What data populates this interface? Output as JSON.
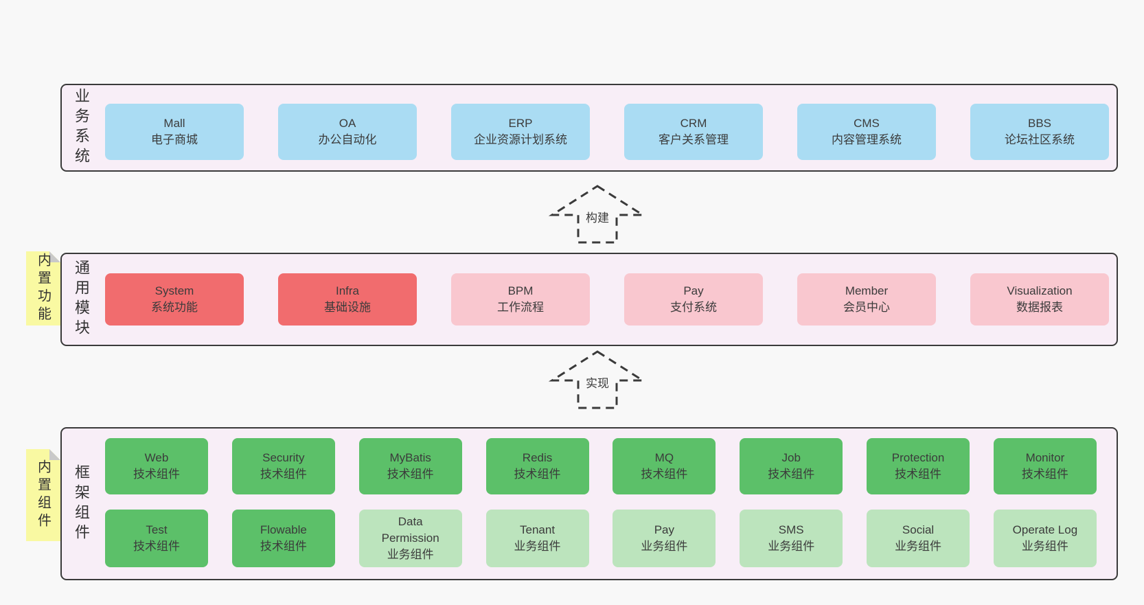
{
  "colors": {
    "page_bg": "#f8f8f8",
    "panel_bg": "#f8eef7",
    "panel_border": "#3a3a3a",
    "blue": "#aadcf3",
    "red": "#f16c6e",
    "pink": "#f9c7cf",
    "green_dark": "#5cc069",
    "green_light": "#bce4bd",
    "yellow": "#f9f9a2",
    "fold_gray": "#c9c9c9",
    "text": "#3b3b3b"
  },
  "sections": {
    "business": {
      "label": "业务系统",
      "boxes": [
        {
          "title": "Mall",
          "subtitle": "电子商城"
        },
        {
          "title": "OA",
          "subtitle": "办公自动化"
        },
        {
          "title": "ERP",
          "subtitle": "企业资源计划系统"
        },
        {
          "title": "CRM",
          "subtitle": "客户关系管理"
        },
        {
          "title": "CMS",
          "subtitle": "内容管理系统"
        },
        {
          "title": "BBS",
          "subtitle": "论坛社区系统"
        }
      ]
    },
    "modules": {
      "label": "通用模块",
      "tab": "内置功能",
      "boxes": [
        {
          "title": "System",
          "subtitle": "系统功能"
        },
        {
          "title": "Infra",
          "subtitle": "基础设施"
        },
        {
          "title": "BPM",
          "subtitle": "工作流程"
        },
        {
          "title": "Pay",
          "subtitle": "支付系统"
        },
        {
          "title": "Member",
          "subtitle": "会员中心"
        },
        {
          "title": "Visualization",
          "subtitle": "数据报表"
        }
      ]
    },
    "framework": {
      "label": "框架组件",
      "tab": "内置组件",
      "row1": [
        {
          "title": "Web",
          "subtitle": "技术组件"
        },
        {
          "title": "Security",
          "subtitle": "技术组件"
        },
        {
          "title": "MyBatis",
          "subtitle": "技术组件"
        },
        {
          "title": "Redis",
          "subtitle": "技术组件"
        },
        {
          "title": "MQ",
          "subtitle": "技术组件"
        },
        {
          "title": "Job",
          "subtitle": "技术组件"
        },
        {
          "title": "Protection",
          "subtitle": "技术组件"
        },
        {
          "title": "Monitor",
          "subtitle": "技术组件"
        }
      ],
      "row2": [
        {
          "title": "Test",
          "subtitle": "技术组件"
        },
        {
          "title": "Flowable",
          "subtitle": "技术组件"
        },
        {
          "title": "Data Permission",
          "subtitle": "业务组件"
        },
        {
          "title": "Tenant",
          "subtitle": "业务组件"
        },
        {
          "title": "Pay",
          "subtitle": "业务组件"
        },
        {
          "title": "SMS",
          "subtitle": "业务组件"
        },
        {
          "title": "Social",
          "subtitle": "业务组件"
        },
        {
          "title": "Operate Log",
          "subtitle": "业务组件"
        }
      ]
    }
  },
  "arrows": {
    "build": "构建",
    "implement": "实现"
  }
}
